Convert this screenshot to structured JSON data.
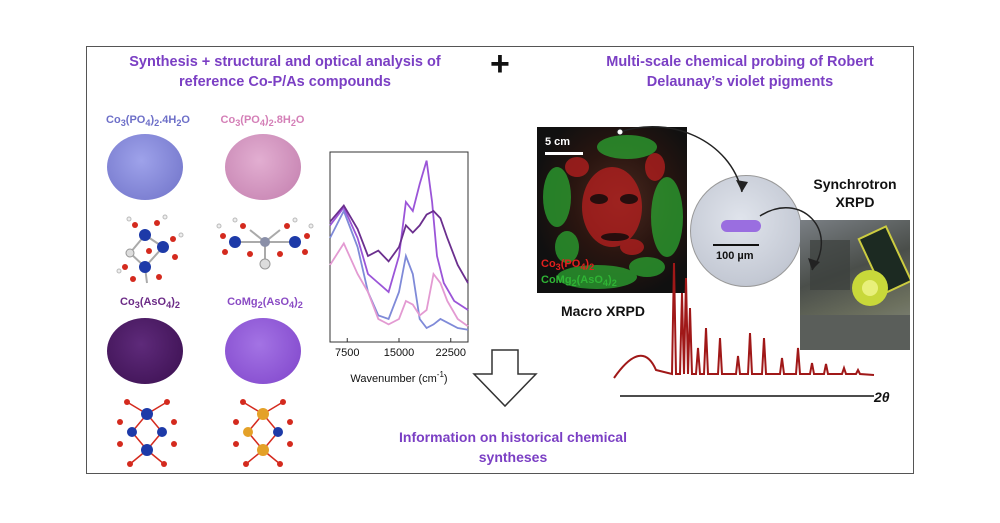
{
  "titles": {
    "left": "Synthesis + structural and optical analysis of reference Co-P/As  compounds",
    "right": "Multi-scale chemical probing of Robert Delaunay’s violet pigments",
    "plus": "+"
  },
  "compounds": [
    {
      "main": "Co",
      "sub1": "3",
      "mid": "(PO",
      "sub2": "4",
      "end": ")",
      "sub3": "2",
      "tail": ".4H",
      "sub4": "2",
      "fin": "O",
      "color": "#6d6fc8",
      "disc": "#8c90e0"
    },
    {
      "main": "Co",
      "sub1": "3",
      "mid": "(PO",
      "sub2": "4",
      "end": ")",
      "sub3": "2",
      "tail": ".8H",
      "sub4": "2",
      "fin": "O",
      "color": "#d47fb7",
      "disc": "#d79ac4"
    },
    {
      "main": "Co",
      "sub1": "3",
      "mid": "(AsO",
      "sub2": "4",
      "end": ")",
      "sub3": "2",
      "tail": "",
      "sub4": "",
      "fin": "",
      "color": "#6b2a86",
      "disc": "#4e1d66"
    },
    {
      "main": "CoMg",
      "sub1": "2",
      "mid": "(AsO",
      "sub2": "4",
      "end": ")",
      "sub3": "2",
      "tail": "",
      "sub4": "",
      "fin": "",
      "color": "#8a4bc4",
      "disc": "#9158d8"
    }
  ],
  "chart_data": {
    "type": "line",
    "xlabel": "Wavenumber (cm",
    "xlabel_sup": "-1",
    "xlabel_end": ")",
    "xticks": [
      "7500",
      "15000",
      "22500"
    ],
    "xlim": [
      5000,
      25000
    ],
    "series": [
      {
        "color": "#7f8ad8",
        "x": [
          5000,
          7000,
          9000,
          10500,
          12000,
          13500,
          15000,
          16000,
          17000,
          18000,
          19000,
          20000,
          21000,
          22000,
          23500,
          25000
        ],
        "y": [
          0.55,
          0.7,
          0.5,
          0.25,
          0.12,
          0.1,
          0.25,
          0.45,
          0.35,
          0.1,
          0.05,
          0.07,
          0.1,
          0.08,
          0.05,
          0.04
        ]
      },
      {
        "color": "#e39ad2",
        "x": [
          5000,
          7000,
          9000,
          10500,
          12000,
          13500,
          15000,
          16000,
          17000,
          18000,
          19000,
          20000,
          21000,
          22000,
          23500,
          25000
        ],
        "y": [
          0.4,
          0.52,
          0.35,
          0.25,
          0.1,
          0.07,
          0.1,
          0.2,
          0.18,
          0.12,
          0.15,
          0.35,
          0.3,
          0.2,
          0.1,
          0.06
        ]
      },
      {
        "color": "#9b55d8",
        "x": [
          5000,
          7000,
          9000,
          10500,
          12000,
          13500,
          15000,
          16000,
          17000,
          18000,
          19000,
          19800,
          20500,
          21500,
          23000,
          25000
        ],
        "y": [
          0.62,
          0.72,
          0.55,
          0.35,
          0.3,
          0.25,
          0.45,
          0.75,
          0.7,
          0.85,
          0.98,
          0.75,
          0.45,
          0.3,
          0.2,
          0.15
        ]
      },
      {
        "color": "#6b2f8e",
        "x": [
          5000,
          7000,
          9000,
          10500,
          12000,
          13500,
          15000,
          16000,
          17000,
          18000,
          19000,
          20000,
          21000,
          22000,
          23500,
          25000
        ],
        "y": [
          0.64,
          0.73,
          0.6,
          0.45,
          0.48,
          0.42,
          0.5,
          0.62,
          0.58,
          0.62,
          0.68,
          0.7,
          0.66,
          0.55,
          0.4,
          0.3
        ]
      }
    ]
  },
  "arrow": {
    "info_text": "Information  on historical chemical syntheses"
  },
  "macro": {
    "scalebar": "5 cm",
    "legend_red": "Co",
    "legend_red_sub1": "3",
    "legend_red_mid": "(PO",
    "legend_red_sub2": "4",
    "legend_red_end": ")",
    "legend_red_sub3": "2",
    "legend_green": "CoMg",
    "legend_green_sub1": "2",
    "legend_green_mid": "(AsO",
    "legend_green_sub2": "4",
    "legend_green_end": ")",
    "legend_green_sub3": "2",
    "caption": "Macro XRPD"
  },
  "micro": {
    "scalebar": "100  µm"
  },
  "synchrotron": {
    "label": "Synchrotron XRPD"
  },
  "pattern": {
    "axis": "2θ",
    "color": "#a01818"
  }
}
